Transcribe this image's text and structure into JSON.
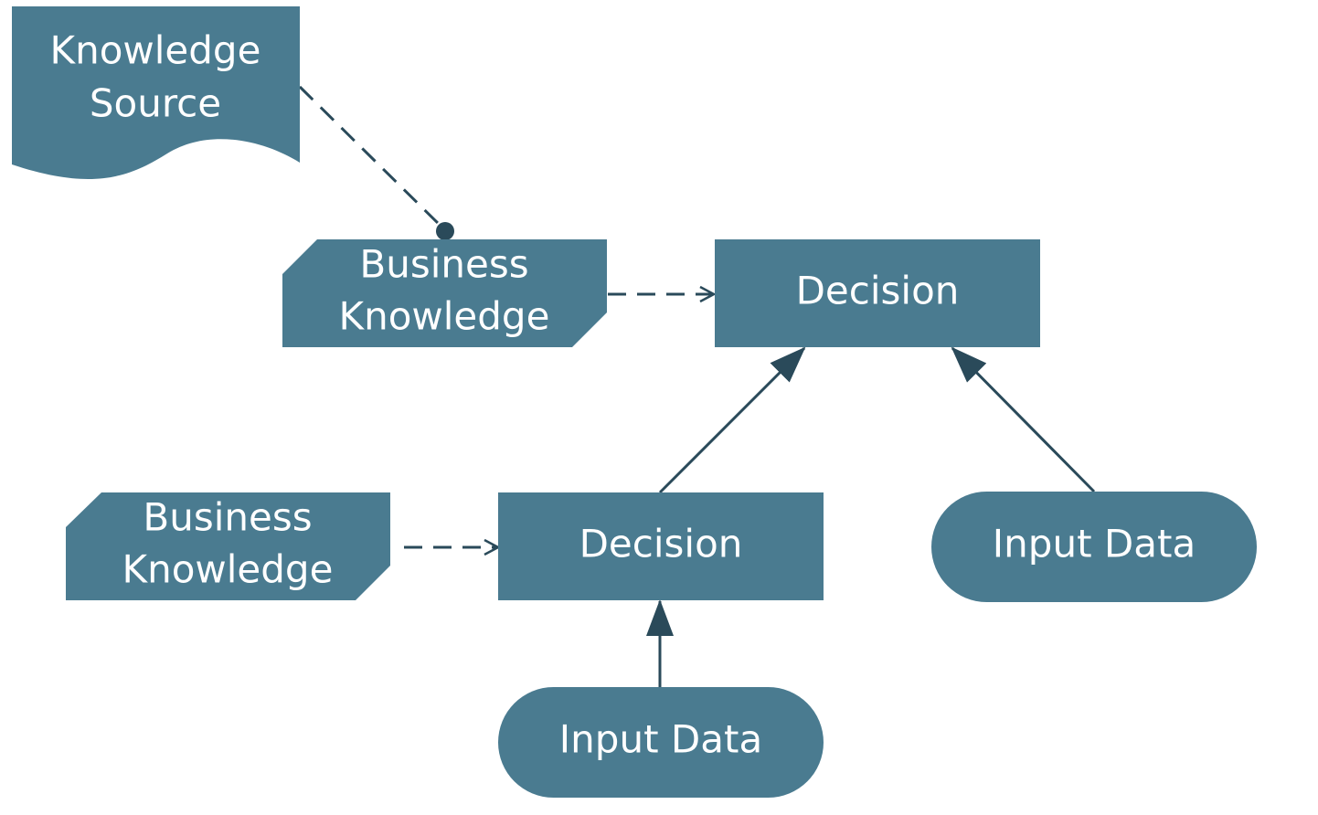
{
  "diagram": {
    "colors": {
      "node_fill": "#4a7b90",
      "connector": "#2a4a5a",
      "background": "#ffffff",
      "text": "#ffffff"
    },
    "nodes": {
      "knowledge_source": {
        "type": "knowledge-source",
        "line1": "Knowledge",
        "line2": "Source"
      },
      "business_knowledge_top": {
        "type": "business-knowledge",
        "line1": "Business",
        "line2": "Knowledge"
      },
      "decision_top": {
        "type": "decision",
        "label": "Decision"
      },
      "business_knowledge_bottom": {
        "type": "business-knowledge",
        "line1": "Business",
        "line2": "Knowledge"
      },
      "decision_bottom": {
        "type": "decision",
        "label": "Decision"
      },
      "input_data_right": {
        "type": "input-data",
        "label": "Input Data"
      },
      "input_data_bottom": {
        "type": "input-data",
        "label": "Input Data"
      }
    },
    "edges": [
      {
        "from": "knowledge_source",
        "to": "business_knowledge_top",
        "style": "dashed",
        "end": "dot",
        "kind": "authority-requirement"
      },
      {
        "from": "business_knowledge_top",
        "to": "decision_top",
        "style": "dashed",
        "end": "open-arrow",
        "kind": "knowledge-requirement"
      },
      {
        "from": "business_knowledge_bottom",
        "to": "decision_bottom",
        "style": "dashed",
        "end": "open-arrow",
        "kind": "knowledge-requirement"
      },
      {
        "from": "decision_bottom",
        "to": "decision_top",
        "style": "solid",
        "end": "filled-arrow",
        "kind": "information-requirement"
      },
      {
        "from": "input_data_right",
        "to": "decision_top",
        "style": "solid",
        "end": "filled-arrow",
        "kind": "information-requirement"
      },
      {
        "from": "input_data_bottom",
        "to": "decision_bottom",
        "style": "solid",
        "end": "filled-arrow",
        "kind": "information-requirement"
      }
    ]
  }
}
